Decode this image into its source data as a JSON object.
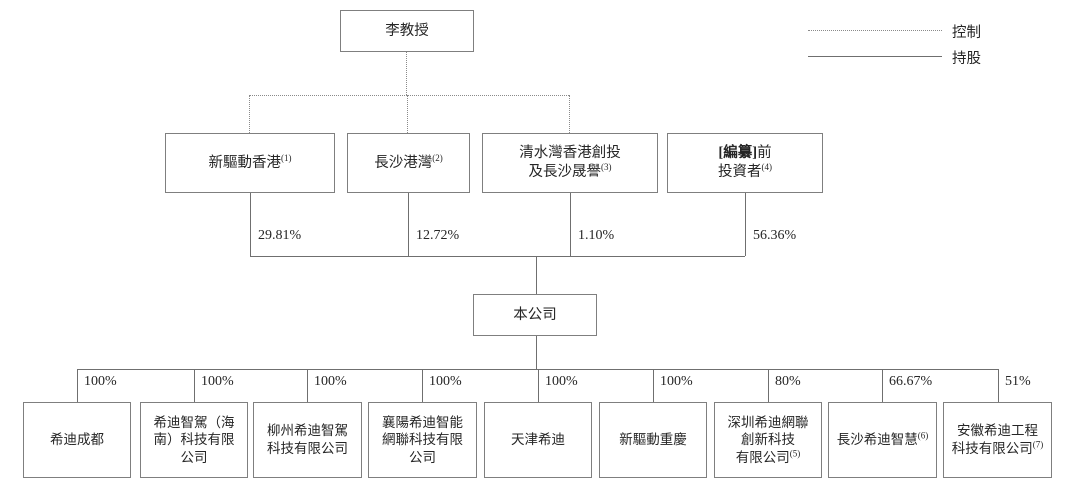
{
  "legend": {
    "control_label": "控制",
    "shareholding_label": "持股"
  },
  "root": {
    "label": "李教授"
  },
  "company": {
    "label": "本公司"
  },
  "owners": [
    {
      "lines": [
        "新驅動香港"
      ],
      "sup": "(1)",
      "percent": "29.81%"
    },
    {
      "lines": [
        "長沙港灣"
      ],
      "sup": "(2)",
      "percent": "12.72%"
    },
    {
      "lines": [
        "清水灣香港創投",
        "及長沙晟譽"
      ],
      "sup": "(3)",
      "percent": "1.10%"
    },
    {
      "bold": "[編纂]",
      "lines": [
        "前",
        "投資者"
      ],
      "sup": "(4)",
      "percent": "56.36%"
    }
  ],
  "subsidiaries": [
    {
      "lines": [
        "希迪成都"
      ],
      "sup": "",
      "percent": "100%"
    },
    {
      "lines": [
        "希迪智駕（海",
        "南）科技有限",
        "公司"
      ],
      "sup": "",
      "percent": "100%"
    },
    {
      "lines": [
        "柳州希迪智駕",
        "科技有限公司"
      ],
      "sup": "",
      "percent": "100%"
    },
    {
      "lines": [
        "襄陽希迪智能",
        "網聯科技有限",
        "公司"
      ],
      "sup": "",
      "percent": "100%"
    },
    {
      "lines": [
        "天津希迪"
      ],
      "sup": "",
      "percent": "100%"
    },
    {
      "lines": [
        "新驅動重慶"
      ],
      "sup": "",
      "percent": "100%"
    },
    {
      "lines": [
        "深圳希迪網聯",
        "創新科技",
        "有限公司"
      ],
      "sup": "(5)",
      "percent": "80%"
    },
    {
      "lines": [
        "長沙希迪智慧"
      ],
      "sup": "(6)",
      "percent": "66.67%"
    },
    {
      "lines": [
        "安徽希迪工程",
        "科技有限公司"
      ],
      "sup": "(7)",
      "percent": "51%"
    }
  ]
}
